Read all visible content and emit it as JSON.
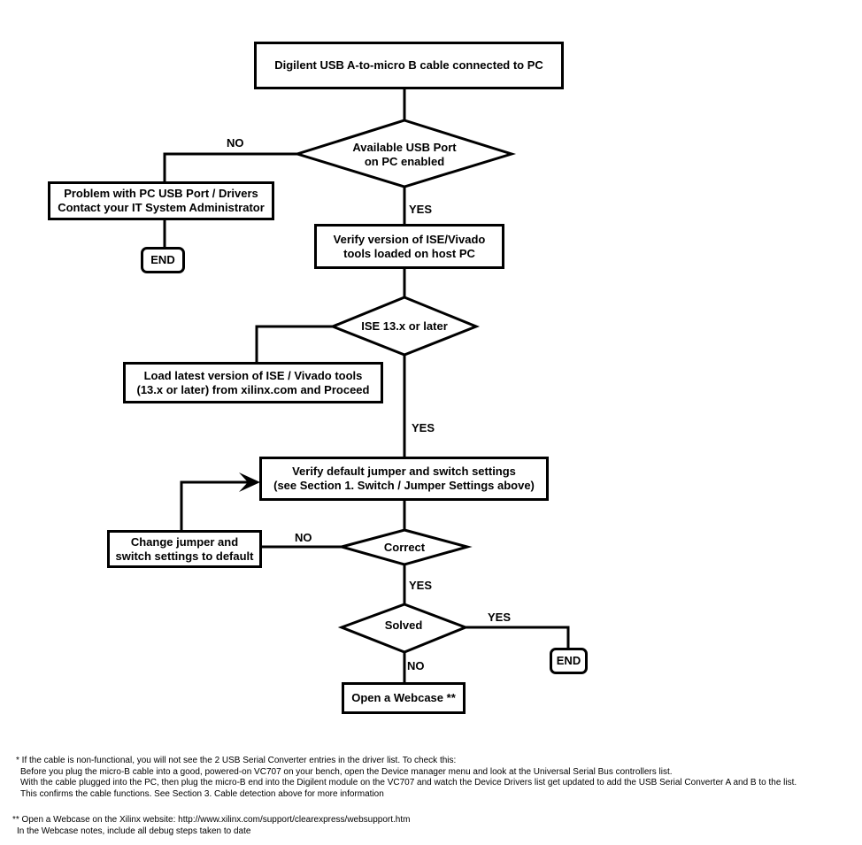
{
  "nodes": {
    "start": [
      "Digilent USB A-to-micro B cable connected to PC"
    ],
    "usb_port": [
      "Available USB Port",
      "on PC enabled"
    ],
    "usb_problem": [
      "Problem with PC USB Port / Drivers",
      "Contact your IT System Administrator"
    ],
    "end1": [
      "END"
    ],
    "verify_version": [
      "Verify version of ISE/Vivado",
      "tools loaded on host PC"
    ],
    "ise_version": [
      "ISE 13.x or later"
    ],
    "load_latest": [
      "Load latest version of ISE / Vivado tools",
      "(13.x or later) from xilinx.com and Proceed"
    ],
    "verify_jumper": [
      "Verify default jumper and switch settings",
      "(see Section 1. Switch / Jumper Settings above)"
    ],
    "change_jumper": [
      "Change jumper and",
      "switch settings to default"
    ],
    "correct": [
      "Correct"
    ],
    "solved": [
      "Solved"
    ],
    "end2": [
      "END"
    ],
    "webcase": [
      "Open a Webcase **"
    ]
  },
  "edge_labels": {
    "usb_no": "NO",
    "usb_yes": "YES",
    "ise_yes": "YES",
    "correct_no": "NO",
    "correct_yes": "YES",
    "solved_yes": "YES",
    "solved_no": "NO"
  },
  "footnotes": {
    "note1": [
      "* If the cable is non-functional, you will not see the 2 USB Serial Converter entries in the driver list.  To check this:",
      "   Before you plug the micro-B cable into a good, powered-on VC707 on your bench, open the Device manager menu and look at the Universal Serial Bus controllers list.",
      "   With the cable plugged into the PC, then plug the micro-B end into the Digilent module on the VC707 and watch the Device Drivers list get updated to add the USB Serial Converter A and B to the list.",
      "   This confirms the cable functions.  See Section 3. Cable detection above for more information"
    ],
    "note2": [
      "** Open a Webcase on the Xilinx website: http://www.xilinx.com/support/clearexpress/websupport.htm",
      "   In the Webcase notes, include all debug steps taken to date"
    ]
  }
}
